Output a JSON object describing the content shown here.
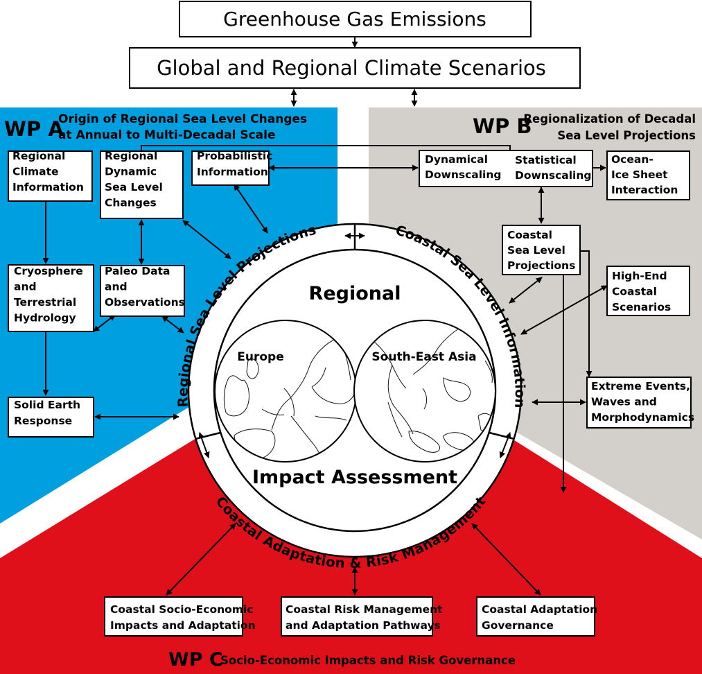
{
  "top": {
    "emissions": "Greenhouse Gas Emissions",
    "scenarios": "Global and Regional Climate Scenarios"
  },
  "wp_a": {
    "id": "WP A",
    "title_line1": "Origin of Regional Sea Level Changes",
    "title_line2": "at Annual to Multi-Decadal Scale",
    "color": "#009fdf",
    "boxes": {
      "regional_climate": [
        "Regional",
        "Climate",
        "Information"
      ],
      "dynamic_sea_level": [
        "Regional",
        "Dynamic",
        "Sea Level",
        "Changes"
      ],
      "probabilistic": [
        "Probabilistic",
        "Information"
      ],
      "cryosphere": [
        "Cryosphere",
        "and",
        "Terrestrial",
        "Hydrology"
      ],
      "paleo": [
        "Paleo Data",
        "and",
        "Observations"
      ],
      "solid_earth": [
        "Solid Earth",
        "Response"
      ]
    }
  },
  "wp_b": {
    "id": "WP B",
    "title_line1": "Regionalization of Decadal",
    "title_line2": "Sea Level Projections",
    "color": "#d3cfcb",
    "boxes": {
      "dynamical": [
        "Dynamical",
        "Downscaling"
      ],
      "statistical": [
        "Statistical",
        "Downscaling"
      ],
      "ocean_ice": [
        "Ocean-",
        "Ice Sheet",
        "Interaction"
      ],
      "coastal_projections": [
        "Coastal",
        "Sea Level",
        "Projections"
      ],
      "high_end": [
        "High-End",
        "Coastal",
        "Scenarios"
      ],
      "extreme": [
        "Extreme Events,",
        "Waves and",
        "Morphodynamics"
      ]
    }
  },
  "wp_c": {
    "id": "WP C",
    "title": "Socio-Economic Impacts and Risk Governance",
    "color": "#e0101a",
    "boxes": {
      "socio": [
        "Coastal Socio-Economic",
        "Impacts and Adaptation"
      ],
      "risk": [
        "Coastal Risk Management",
        "and Adaptation Pathways"
      ],
      "governance": [
        "Coastal Adaptation",
        "Governance"
      ]
    }
  },
  "ring": {
    "left": "Regional Sea Level Projections",
    "right": "Coastal Sea Level Information",
    "bottom": "Coastal Adaptation & Risk Management"
  },
  "center": {
    "top": "Regional",
    "bottom": "Impact Assessment",
    "europe": "Europe",
    "asia": "South-East Asia"
  }
}
